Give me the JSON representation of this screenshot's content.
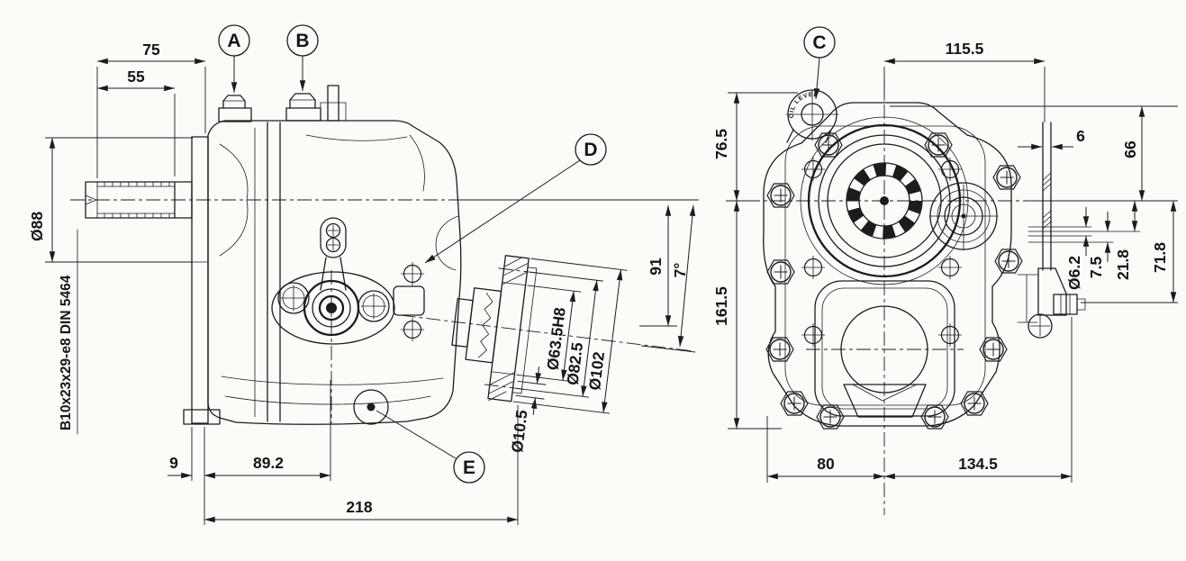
{
  "meta": {
    "paper_color": "#fbfbf8",
    "ink_color": "#1c1c1c"
  },
  "callouts": {
    "a": "A",
    "b": "B",
    "c": "C",
    "d": "D",
    "e": "E"
  },
  "side_view": {
    "dims": {
      "shaft_length": "75",
      "spline_length": "55",
      "shaft_flange_dia": "Ø88",
      "spline_spec": "B10x23x29-e8 DIN 5464",
      "housing_offset": "9",
      "shaft_center_distance": "89.2",
      "overall_length": "218",
      "output_drop": "91",
      "output_angle": "7°",
      "pilot_bore": "Ø63.5H8",
      "bolt_circle": "Ø82.5",
      "flange_dia": "Ø102",
      "flange_hole": "Ø10.5"
    }
  },
  "rear_view": {
    "oil_cap_label": "OIL LEVEL",
    "dims": {
      "top_width": "115.5",
      "lever_gap": "6",
      "top_height": "66",
      "upper_left_height": "76.5",
      "total_left_height": "161.5",
      "lever_hole_dia": "Ø6.2",
      "pin_spacing": "7.5",
      "pin_offset": "21.8",
      "lever_length": "71.8",
      "bottom_left_width": "80",
      "bottom_right_width": "134.5"
    }
  }
}
